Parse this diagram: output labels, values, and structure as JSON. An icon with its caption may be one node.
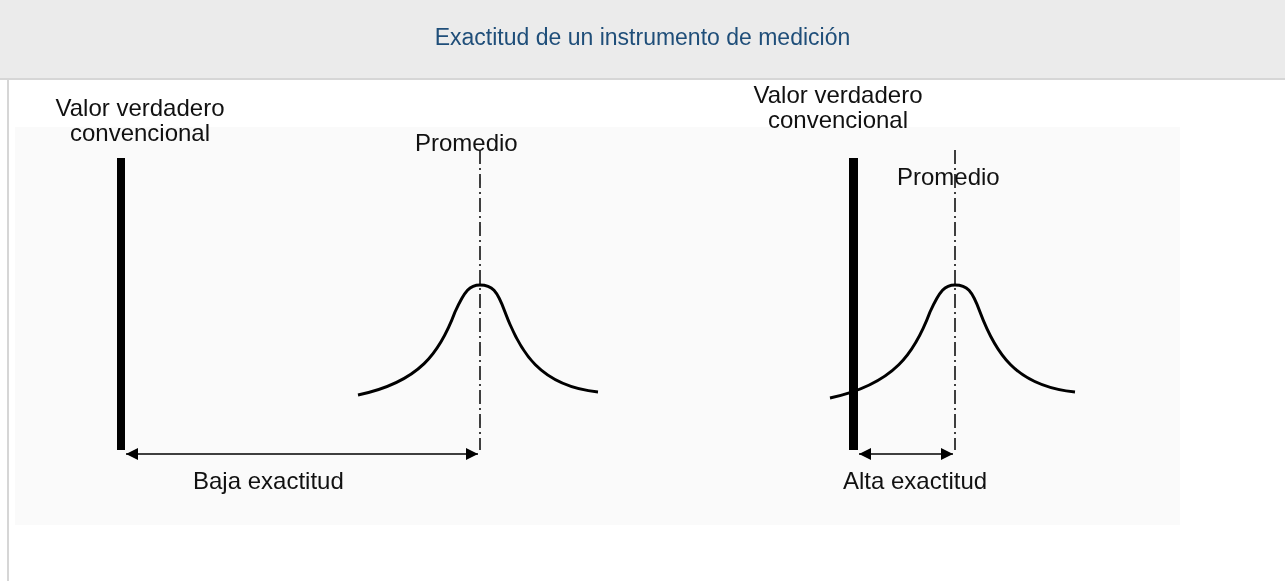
{
  "diagram": {
    "title": "Exactitud de un instrumento de medición",
    "labels": [
      "Valor verdadero convencional",
      "Promedio",
      "Baja exactitud",
      "Valor verdadero convencional",
      "Promedio",
      "Alta exactitud"
    ]
  }
}
